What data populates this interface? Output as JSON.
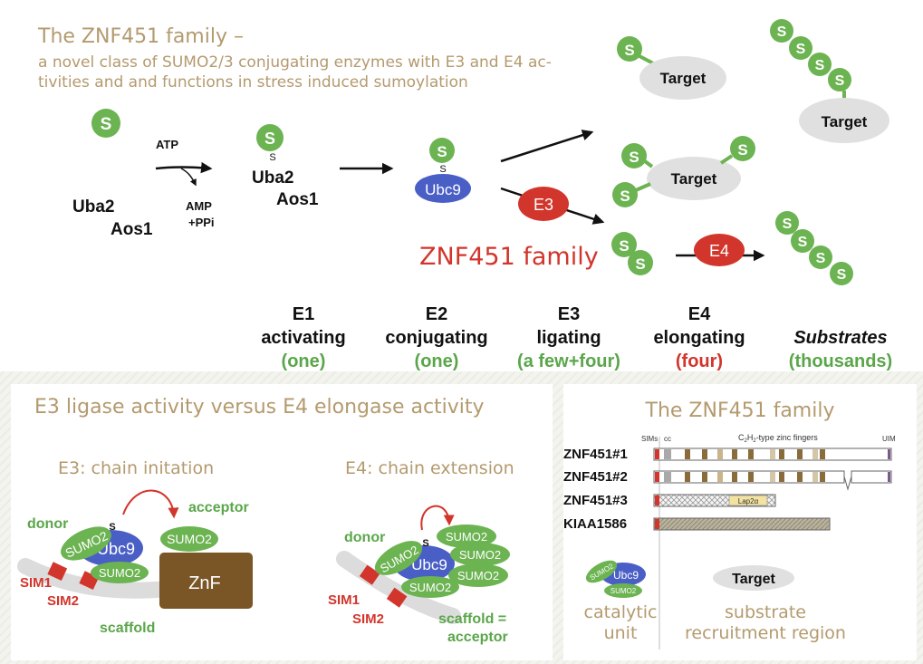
{
  "top": {
    "title": "The ZNF451 family –",
    "subtitle_line1": "a novel class of SUMO2/3 conjugating enzymes with E3 and E4 ac-",
    "subtitle_line2": "tivities and and functions in stress induced sumoylation",
    "s": "S",
    "small_s": "S",
    "atp": "ATP",
    "amp": "AMP",
    "ppi": "+PPi",
    "uba2": "Uba2",
    "aos1": "Aos1",
    "ubc9": "Ubc9",
    "e3": "E3",
    "e4": "E4",
    "target": "Target",
    "family_label": "ZNF451 family",
    "stages": [
      {
        "code": "E1",
        "role": "activating",
        "count": "(one)"
      },
      {
        "code": "E2",
        "role": "conjugating",
        "count": "(one)"
      },
      {
        "code": "E3",
        "role": "ligating",
        "count": "(a few+four)"
      },
      {
        "code": "E4",
        "role": "elongating",
        "count": "(four)"
      },
      {
        "code": "",
        "role": "Substrates",
        "count": "(thousands)"
      }
    ]
  },
  "left_panel": {
    "title": "E3 ligase activity versus E4 elongase activity",
    "e3_title": "E3: chain initation",
    "e4_title": "E4: chain extension",
    "donor": "donor",
    "acceptor": "acceptor",
    "sumo2": "SUMO2",
    "ubc9": "Ubc9",
    "s": "S",
    "znf": "ZnF",
    "sim1": "SIM1",
    "sim2": "SIM2",
    "scaffold": "scaffold",
    "scaffold_acceptor_1": "scaffold =",
    "scaffold_acceptor_2": "acceptor"
  },
  "right_panel": {
    "title": "The ZNF451 family",
    "sims": "SIMs",
    "cc": "cc",
    "zinc_prefix": "C",
    "zinc_sub1": "2",
    "zinc_mid": "H",
    "zinc_sub2": "2",
    "zinc_suffix": "-type zinc fingers",
    "uim": "UIM",
    "proteins": [
      "ZNF451#1",
      "ZNF451#2",
      "ZNF451#3",
      "KIAA1586"
    ],
    "lap2": "Lap2α",
    "catalytic_1": "catalytic",
    "catalytic_2": "unit",
    "substrate_1": "substrate",
    "substrate_2": "recruitment region",
    "target": "Target",
    "sumo2": "SUMO2",
    "ubc9": "Ubc9"
  },
  "colors": {
    "tan": "#b49a6e",
    "sumo_green": "#6cb352",
    "ubc9_blue": "#4a5fc6",
    "red": "#d2352b",
    "brown": "#7a5526",
    "target_gray": "#e0e0e0"
  }
}
